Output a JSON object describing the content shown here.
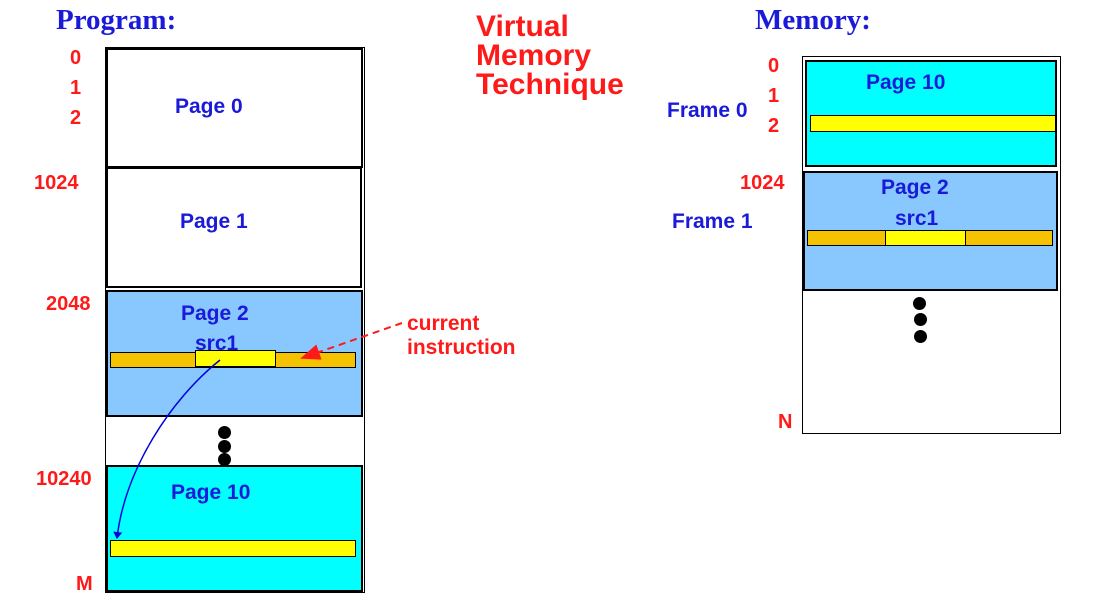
{
  "program": {
    "heading": "Program:",
    "addresses": {
      "a0": "0",
      "a1": "1",
      "a2": "2",
      "a1024": "1024",
      "a2048": "2048",
      "a10240": "10240",
      "m": "M"
    },
    "pages": {
      "page0": "Page 0",
      "page1": "Page 1",
      "page2": "Page 2",
      "page2_operand": "src1",
      "page10": "Page 10"
    }
  },
  "title": "Virtual\nMemory\nTechnique",
  "annotation": {
    "line1": "current",
    "line2": "instruction"
  },
  "memory": {
    "heading": "Memory:",
    "addresses": {
      "a0": "0",
      "a1": "1",
      "a2": "2",
      "a1024": "1024",
      "n": "N"
    },
    "frames": {
      "frame0_label": "Frame 0",
      "frame0_page": "Page 10",
      "frame1_label": "Frame 1",
      "frame1_page": "Page 2",
      "frame1_operand": "src1"
    }
  },
  "colors": {
    "heading_blue": "#1a1ad8",
    "address_red": "#ff1a1a",
    "light_blue_page": "#88c8ff",
    "cyan_page": "#00ffff",
    "instruction_gold": "#f5c200",
    "operand_yellow": "#ffff00"
  }
}
